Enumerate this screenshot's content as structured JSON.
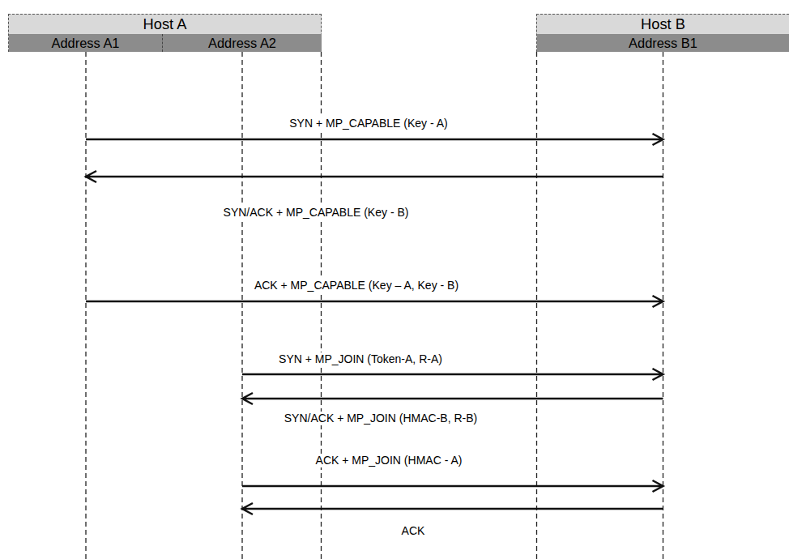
{
  "diagram": {
    "nodes": [
      {
        "text": [
          "Host A"
        ]
      },
      {
        "text": [
          "Address A1"
        ],
        "in": 0
      },
      {
        "text": [
          "Address A2"
        ],
        "in": 0
      },
      {
        "text": [
          "Host B"
        ]
      },
      {
        "text": [
          "Address B1"
        ],
        "in": 3
      }
    ],
    "edges": [
      {
        "from": 1,
        "to": 4,
        "arrow": "to",
        "label": "SYN + MP_CAPABLE (Key - A)"
      },
      {
        "from": 4,
        "to": 1,
        "arrow": "to",
        "label": "SYN/ACK + MP_CAPABLE (Key - B)"
      },
      {
        "from": 1,
        "to": 4,
        "arrow": "to",
        "label": "ACK + MP_CAPABLE (Key – A, Key - B)"
      },
      {
        "from": 2,
        "to": 4,
        "arrow": "to",
        "label": "SYN + MP_JOIN (Token-A, R-A)"
      },
      {
        "from": 4,
        "to": 2,
        "arrow": "to",
        "label": "SYN/ACK + MP_JOIN (HMAC-B, R-B)"
      },
      {
        "from": 2,
        "to": 4,
        "arrow": "to",
        "label": "ACK + MP_JOIN (HMAC - A)"
      },
      {
        "from": 4,
        "to": 2,
        "arrow": "to",
        "label": "ACK"
      }
    ]
  }
}
